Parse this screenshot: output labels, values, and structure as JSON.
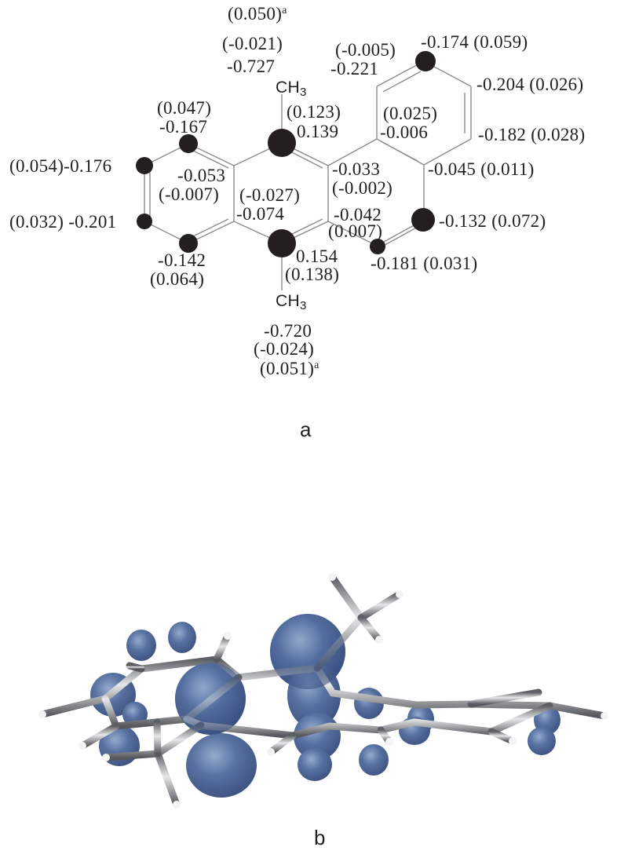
{
  "figure": {
    "panel_a": {
      "label": "a",
      "methyl_top": {
        "group": "CH",
        "sub": "3",
        "values": [
          "(0.050)",
          "(-0.021)",
          "-0.727"
        ],
        "footnote": "a"
      },
      "methyl_bottom": {
        "group": "CH",
        "sub": "3",
        "values": [
          "-0.720",
          "(-0.024)",
          "(0.051)"
        ],
        "footnote": "a"
      },
      "atoms": [
        {
          "id": "c_top_left_ring",
          "lines": [
            "(0.047)",
            "-0.167"
          ]
        },
        {
          "id": "c_left_upper",
          "lines": [
            "(0.054)-0.176"
          ]
        },
        {
          "id": "c_left_lower",
          "lines": [
            "(0.032) -0.201"
          ]
        },
        {
          "id": "c_bottom_left_ring",
          "lines": [
            "-0.142",
            "(0.064)"
          ]
        },
        {
          "id": "c_fusion_upper_left",
          "lines": [
            "-0.053",
            "(-0.007)"
          ]
        },
        {
          "id": "c_fusion_lower_left",
          "lines": [
            "(-0.027)",
            "-0.074"
          ]
        },
        {
          "id": "c_meso_top",
          "lines": [
            "(0.123)",
            "0.139"
          ]
        },
        {
          "id": "c_meso_bottom",
          "lines": [
            "0.154",
            "(0.138)"
          ]
        },
        {
          "id": "c_fusion_upper_right",
          "lines": [
            "-0.033",
            "(-0.002)"
          ]
        },
        {
          "id": "c_fusion_lower_right",
          "lines": [
            "-0.042",
            "(0.007)"
          ]
        },
        {
          "id": "c_right_ring_junction_top",
          "lines": [
            "(0.025)",
            "-0.006"
          ]
        },
        {
          "id": "c_right_top_left",
          "lines": [
            "(-0.005)",
            "-0.221"
          ]
        },
        {
          "id": "c_right_top",
          "lines": [
            "-0.174 (0.059)"
          ]
        },
        {
          "id": "c_right_upper",
          "lines": [
            "-0.204 (0.026)"
          ]
        },
        {
          "id": "c_right_lower",
          "lines": [
            "-0.182 (0.028)"
          ]
        },
        {
          "id": "c_right_junction",
          "lines": [
            "-0.045 (0.011)"
          ]
        },
        {
          "id": "c_lower_right",
          "lines": [
            "-0.132 (0.072)"
          ]
        },
        {
          "id": "c_lower_right_bottom",
          "lines": [
            "-0.181 (0.031)"
          ]
        }
      ]
    },
    "panel_b": {
      "label": "b",
      "description": "3D spin density isosurface (blue lobes) on tube molecular model",
      "colors": {
        "isosurface": "#4a6496",
        "carbon": "#8a8d90",
        "hydrogen": "#f2f2f2"
      }
    }
  }
}
